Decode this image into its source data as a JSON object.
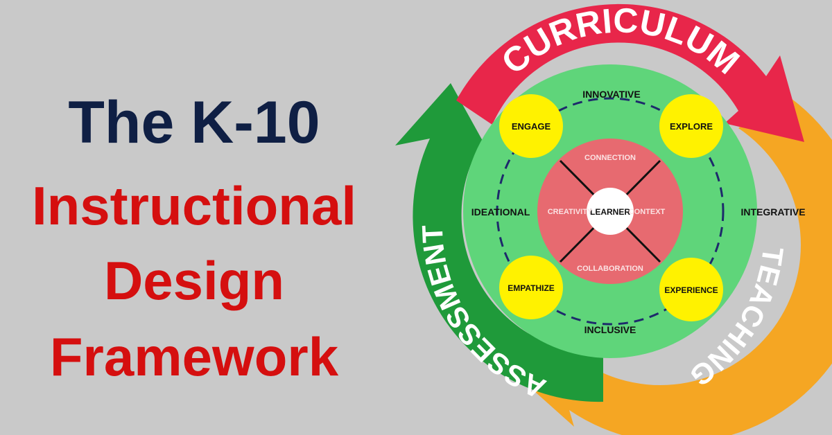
{
  "title": {
    "line1": "The K-10",
    "line2": "Instructional",
    "line3": "Design",
    "line4": "Framework"
  },
  "diagram": {
    "outer_arrows": {
      "top": "CURRICULUM",
      "right": "TEACHING",
      "left": "ASSESSMENT"
    },
    "ring_labels": {
      "top": "INNOVATIVE",
      "right": "INTEGRATIVE",
      "bottom": "INCLUSIVE",
      "left": "IDEATIONAL"
    },
    "phases": {
      "engage": "ENGAGE",
      "explore": "EXPLORE",
      "empathize": "EMPATHIZE",
      "experience": "EXPERIENCE"
    },
    "core": {
      "center": "LEARNER",
      "top": "CONNECTION",
      "right": "CONTEXT",
      "bottom": "COLLABORATION",
      "left": "CREATIVITY"
    },
    "colors": {
      "curriculum": "#e8264a",
      "teaching": "#f5a623",
      "assessment": "#1f9a3a",
      "ring": "#5fd57a",
      "core": "#e76a70",
      "phase": "#fff200",
      "title_dark": "#0f1f44",
      "title_red": "#d50f0f"
    }
  }
}
